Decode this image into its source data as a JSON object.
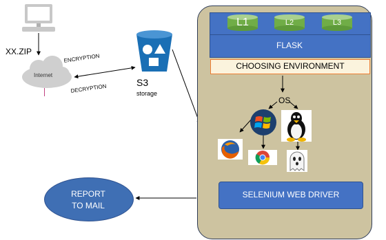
{
  "file": {
    "label": "XX.ZIP"
  },
  "cloud": {
    "label": "Internet"
  },
  "arrows": {
    "encryption": "ENCRYPTION",
    "decryption": "DECRYPTION"
  },
  "storage": {
    "name": "S3",
    "sub": "storage"
  },
  "server": {
    "layers": [
      "L1",
      "L2",
      "L3"
    ],
    "flask": "FLASK",
    "env": "CHOOSING ENVIRONMENT",
    "os": "OS",
    "driver": "SELENIUM WEB DRIVER"
  },
  "report": {
    "label": "REPORT TO MAIL"
  },
  "colors": {
    "server_bg": "#cdc3a0",
    "server_border": "#2d3b57",
    "blue_box": "#4472c4",
    "green_cyl": "#70ad47",
    "report_fill": "#3f6fb4",
    "s3_blue": "#1a6fb5",
    "env_border": "#ed7d31"
  },
  "icons": [
    "computer-icon",
    "cloud-icon",
    "s3-bucket-icon",
    "windows-icon",
    "linux-tux-icon",
    "firefox-icon",
    "chrome-icon",
    "ghost-icon"
  ]
}
